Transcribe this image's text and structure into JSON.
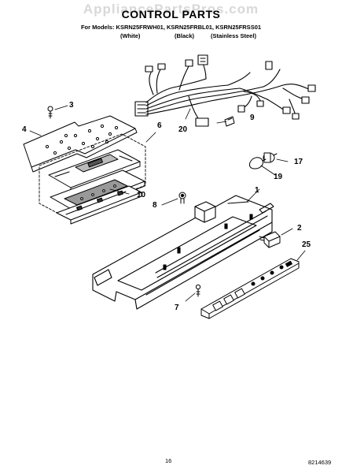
{
  "watermark": "AppliancePartsPros.com",
  "title": "CONTROL PARTS",
  "models_line": "For Models: KSRN25FRWH01, KSRN25FRBL01, KSRN25FRSS01",
  "variants": {
    "white": "(White)",
    "black": "(Black)",
    "stainless": "(Stainless Steel)"
  },
  "callouts": {
    "c1": "1",
    "c2": "2",
    "c3": "3",
    "c4": "4",
    "c6": "6",
    "c7": "7",
    "c8": "8",
    "c9": "9",
    "c10": "10",
    "c17": "17",
    "c19": "19",
    "c20": "20",
    "c25": "25"
  },
  "page_number": "16",
  "document_number": "8214639"
}
